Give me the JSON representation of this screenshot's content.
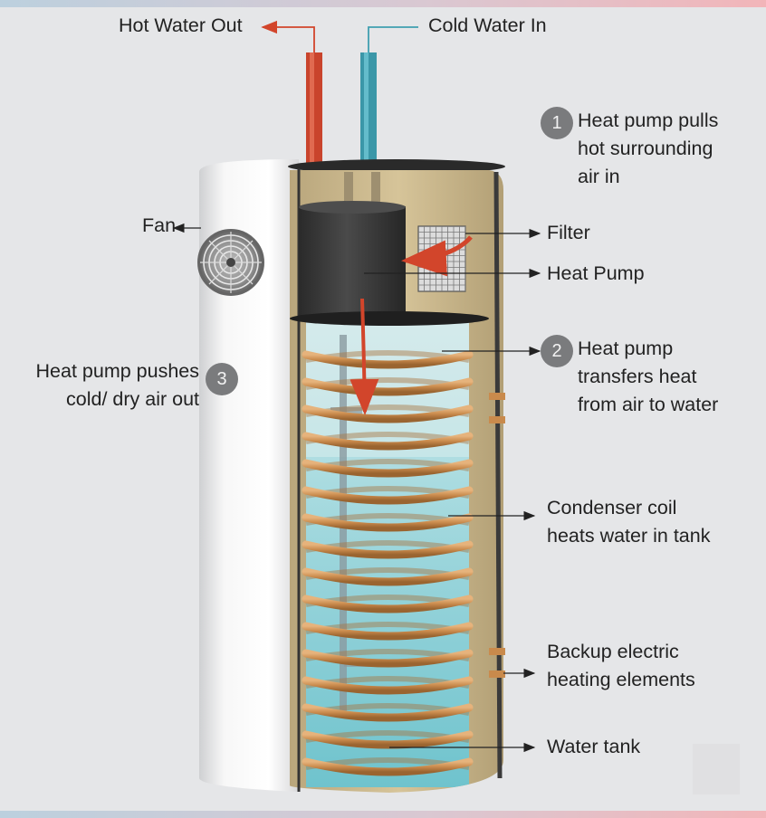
{
  "pipes": {
    "hot_out": "Hot Water Out",
    "cold_in": "Cold Water In"
  },
  "steps": [
    {
      "number": "1",
      "text": [
        "Heat pump pulls",
        "hot surrounding",
        "air in"
      ]
    },
    {
      "number": "2",
      "text": [
        "Heat pump",
        "transfers heat",
        "from air to water"
      ]
    },
    {
      "number": "3",
      "text": [
        "Heat pump pushes",
        "cold/ dry air out"
      ]
    }
  ],
  "components": {
    "fan": "Fan",
    "filter": "Filter",
    "heat_pump": "Heat Pump",
    "condenser": [
      "Condenser coil",
      "heats water in tank"
    ],
    "backup": [
      "Backup electric",
      "heating elements"
    ],
    "tank": "Water tank"
  },
  "colors": {
    "hot": "#d2452b",
    "cold": "#3f9fb0",
    "copper": "#c98a4c",
    "water": "#9fd3d8",
    "insulation": "#c8b48a",
    "shell": "#f4f4f4"
  }
}
